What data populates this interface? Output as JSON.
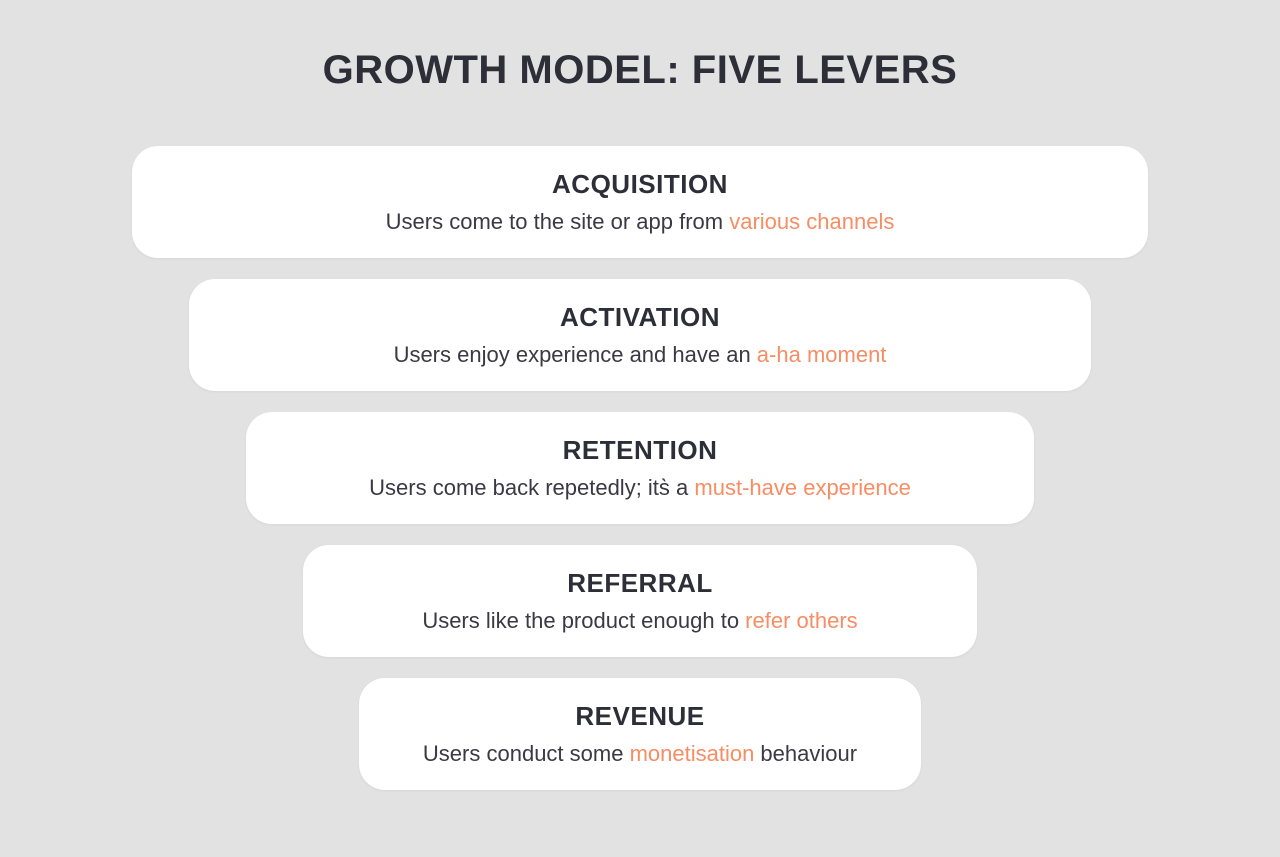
{
  "page": {
    "title": "GROWTH MODEL: FIVE LEVERS"
  },
  "colors": {
    "background": "#E3E2E2",
    "card": "#FFFFFF",
    "heading_text": "#2E2E38",
    "body_text": "#3A3944",
    "accent_orange": "#F78D64"
  },
  "levers": [
    {
      "name": "ACQUISITION",
      "desc_before": "Users come to the site or app from ",
      "highlight": "various channels",
      "desc_after": ""
    },
    {
      "name": "ACTIVATION",
      "desc_before": "Users enjoy experience and have an ",
      "highlight": "a-ha moment",
      "desc_after": ""
    },
    {
      "name": "RETENTION",
      "desc_before": "Users come back repetedly; its̀ a ",
      "highlight": "must-have experience",
      "desc_after": ""
    },
    {
      "name": "REFERRAL",
      "desc_before": "Users like the product enough to ",
      "highlight": "refer others",
      "desc_after": ""
    },
    {
      "name": "REVENUE",
      "desc_before": "Users conduct some ",
      "highlight": "monetisation",
      "desc_after": " behaviour"
    }
  ]
}
